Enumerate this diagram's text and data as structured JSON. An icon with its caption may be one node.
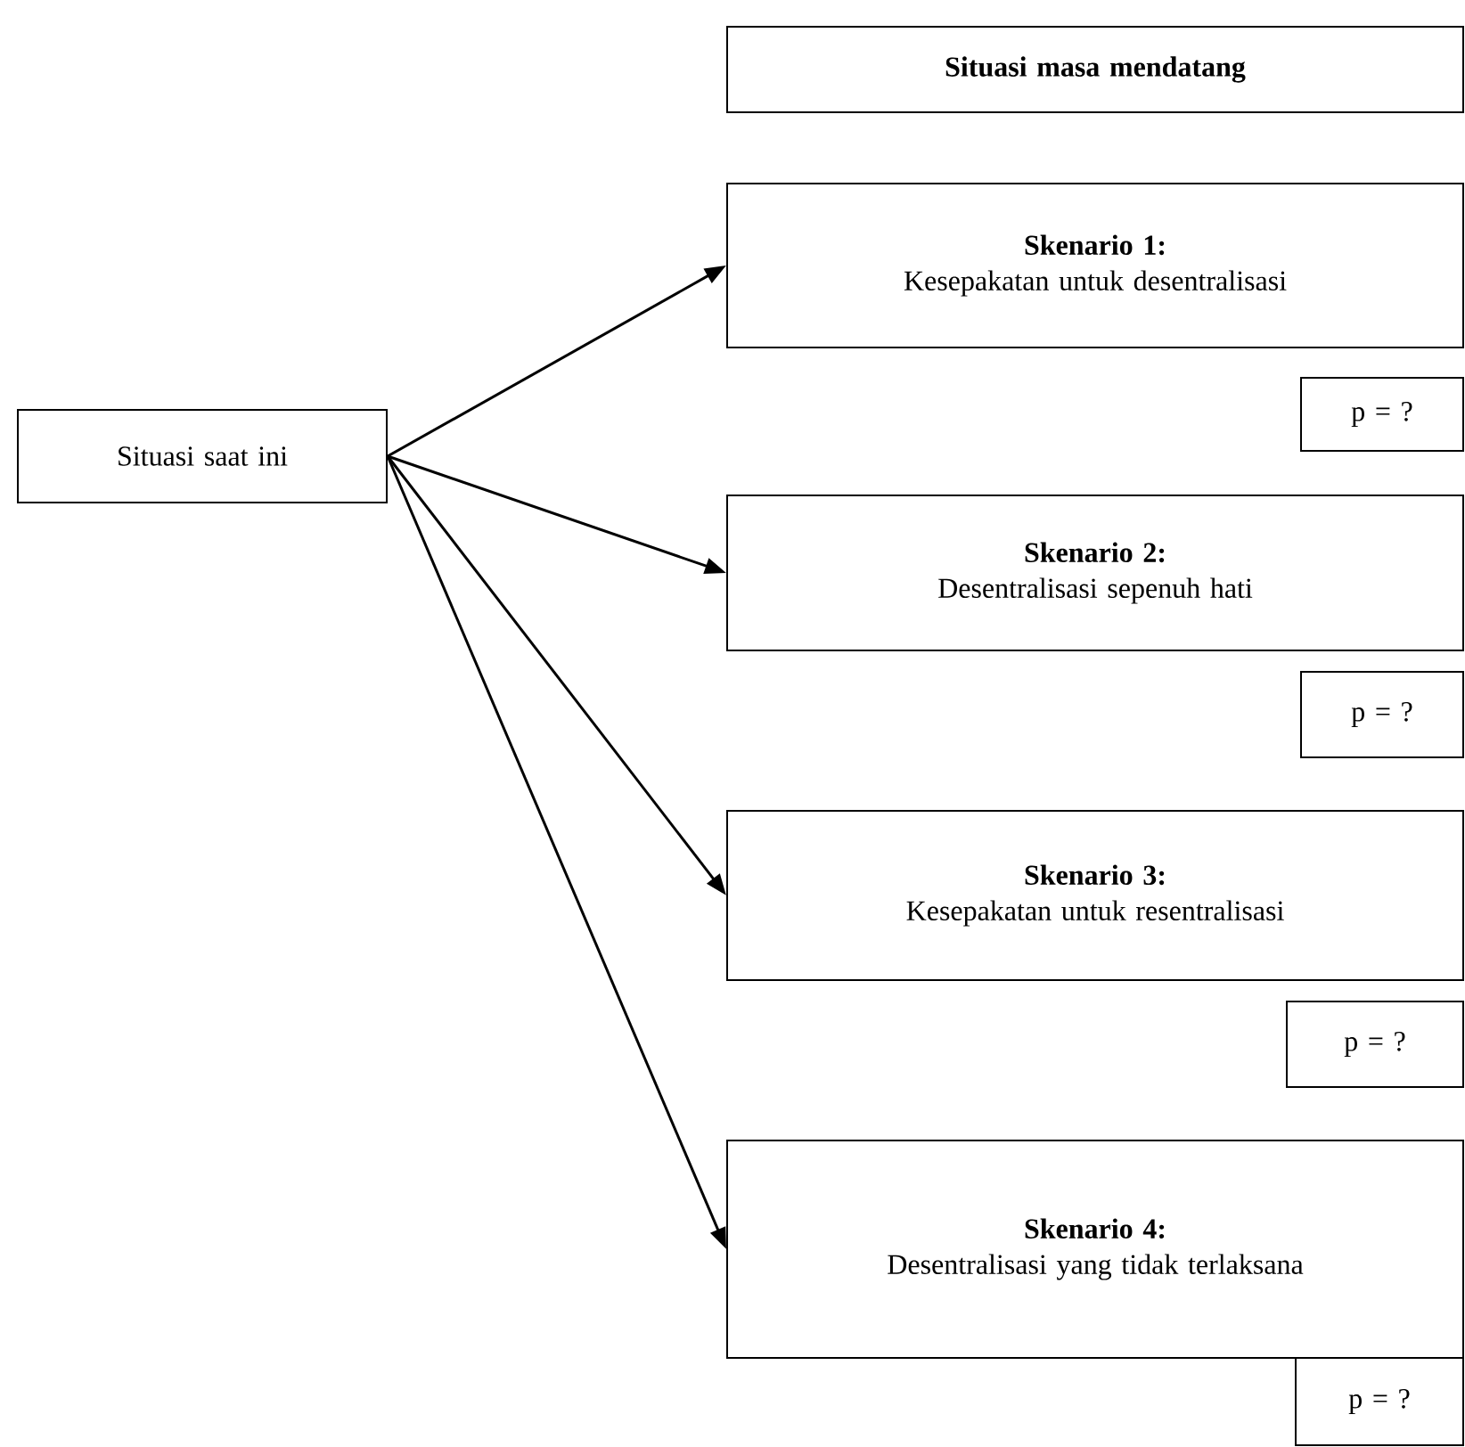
{
  "diagram": {
    "nodes": [
      {
        "text": [
          "Situasi masa mendatang"
        ]
      },
      {
        "text": [
          "Skenario 1:",
          "Kesepakatan untuk desentralisasi"
        ]
      },
      {
        "text": [
          "p = ?"
        ]
      },
      {
        "text": [
          "Skenario 2:",
          "Desentralisasi sepenuh hati"
        ]
      },
      {
        "text": [
          "p = ?"
        ]
      },
      {
        "text": [
          "Situasi saat ini"
        ]
      },
      {
        "text": [
          "Skenario 3:",
          "Kesepakatan untuk resentralisasi"
        ]
      },
      {
        "text": [
          "p = ?"
        ]
      },
      {
        "text": [
          "Skenario 4:",
          "Desentralisasi yang tidak terlaksana"
        ]
      },
      {
        "text": [
          "p = ?"
        ]
      }
    ],
    "edges": [
      {
        "from": 5,
        "to": 1,
        "arrow": "to"
      },
      {
        "from": 5,
        "to": 3,
        "arrow": "to"
      },
      {
        "from": 5,
        "to": 6,
        "arrow": "to"
      },
      {
        "from": 5,
        "to": 8,
        "arrow": "to"
      }
    ]
  }
}
